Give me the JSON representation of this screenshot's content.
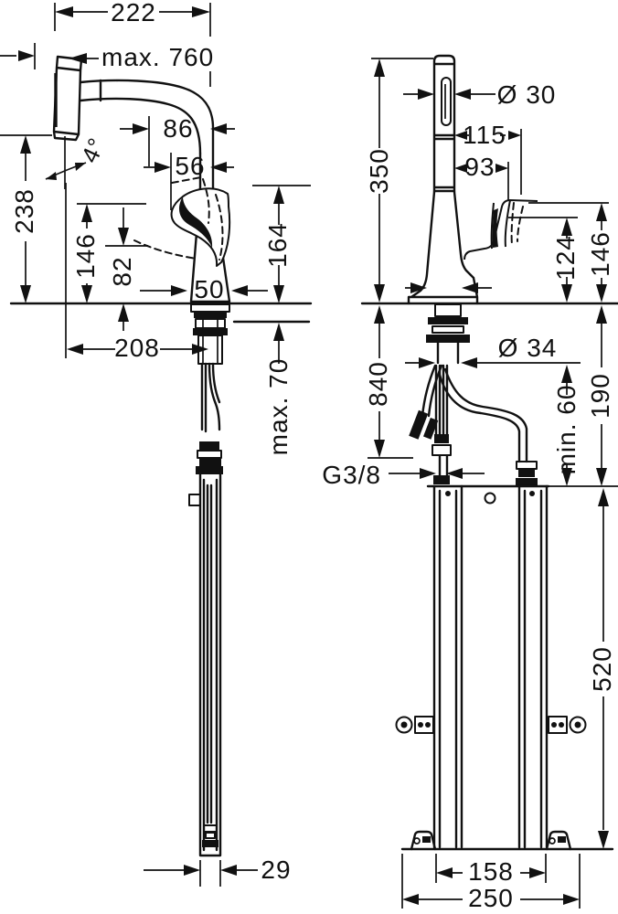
{
  "drawing": {
    "type": "technical installation drawing, kitchen mixer tap with pull-out spray, two orthographic views",
    "units": "mm",
    "colors": {
      "ink": "#111111",
      "background": "#ffffff"
    }
  },
  "dims": {
    "side": {
      "reach": "222",
      "pullout": "max. 760",
      "d86": "86",
      "d56": "56",
      "angle": "4°",
      "d238": "238",
      "d146": "146",
      "d82": "82",
      "d164": "164",
      "d50": "50",
      "d208": "208",
      "deck_max": "max. 70",
      "d29": "29"
    },
    "front": {
      "d30": "Ø 30",
      "d350": "350",
      "d115": "115",
      "d93": "93",
      "d124": "124",
      "d146": "146",
      "d34": "Ø 34",
      "d840": "840",
      "min60": "min. 60",
      "d190": "190",
      "g38": "G3/8",
      "d520": "520",
      "d158": "158",
      "d250": "250"
    }
  }
}
